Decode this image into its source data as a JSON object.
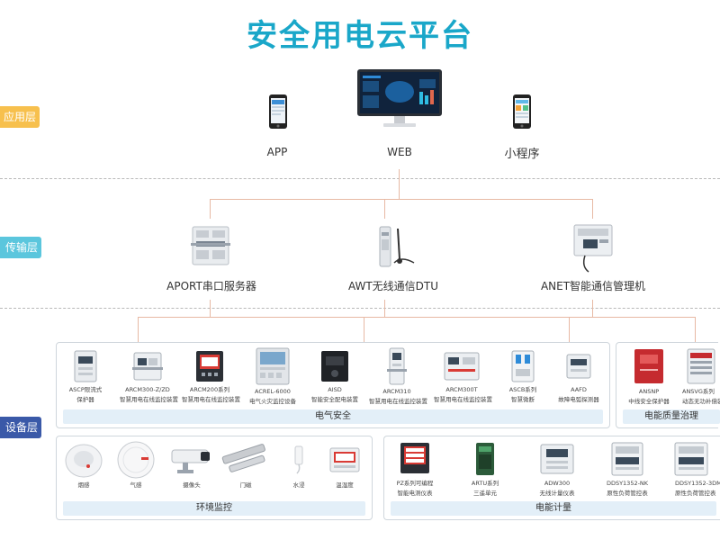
{
  "title": "安全用电云平台",
  "layers": {
    "app": "应用层",
    "transport": "传输层",
    "device": "设备层"
  },
  "app_nodes": [
    "APP",
    "WEB",
    "小程序"
  ],
  "transport_nodes": [
    "APORT串口服务器",
    "AWT无线通信DTU",
    "ANET智能通信管理机"
  ],
  "groups": {
    "electrical": "电气安全",
    "power_quality": "电能质量治理",
    "environment": "环境监控",
    "metering": "电能计量"
  },
  "electrical_devices": [
    {
      "name": "ASCP限流式",
      "desc": "保护器"
    },
    {
      "name": "ARCM300-Z/ZD",
      "desc": "智慧用电在线监控装置"
    },
    {
      "name": "ARCM200系列",
      "desc": "智慧用电在线监控装置"
    },
    {
      "name": "ACREL-6000",
      "desc": "电气火灾监控设备"
    },
    {
      "name": "AISD",
      "desc": "智能安全配电装置"
    },
    {
      "name": "ARCM310",
      "desc": "智慧用电在线监控装置"
    },
    {
      "name": "ARCM300T",
      "desc": "智慧用电在线监控装置"
    },
    {
      "name": "ASCB系列",
      "desc": "智慧微断"
    },
    {
      "name": "AAFD",
      "desc": "故障电弧探测器"
    }
  ],
  "power_quality_devices": [
    {
      "name": "ANSNP",
      "desc": "中线安全保护器"
    },
    {
      "name": "ANSVG系列",
      "desc": "动态无功补偿装"
    }
  ],
  "environment_devices": [
    {
      "name": "烟感",
      "desc": ""
    },
    {
      "name": "气感",
      "desc": ""
    },
    {
      "name": "摄像头",
      "desc": ""
    },
    {
      "name": "门磁",
      "desc": ""
    },
    {
      "name": "水浸",
      "desc": ""
    },
    {
      "name": "温湿度",
      "desc": ""
    }
  ],
  "metering_devices": [
    {
      "name": "PZ系列可编程",
      "desc": "智能电测仪表"
    },
    {
      "name": "ARTU系列",
      "desc": "三遥单元"
    },
    {
      "name": "ADW300",
      "desc": "无线计量仪表"
    },
    {
      "name": "DDSY1352-NK",
      "desc": "原性负荷管控表"
    },
    {
      "name": "DDSY1352-3DM",
      "desc": "原性负荷管控表"
    }
  ],
  "colors": {
    "title": "#1aa7c9",
    "app_tag": "#f7c04d",
    "transport_tag": "#5bc6dd",
    "device_tag": "#3a59a8",
    "connector": "#e7b9a4",
    "group_title_bg": "#e3eff8"
  }
}
